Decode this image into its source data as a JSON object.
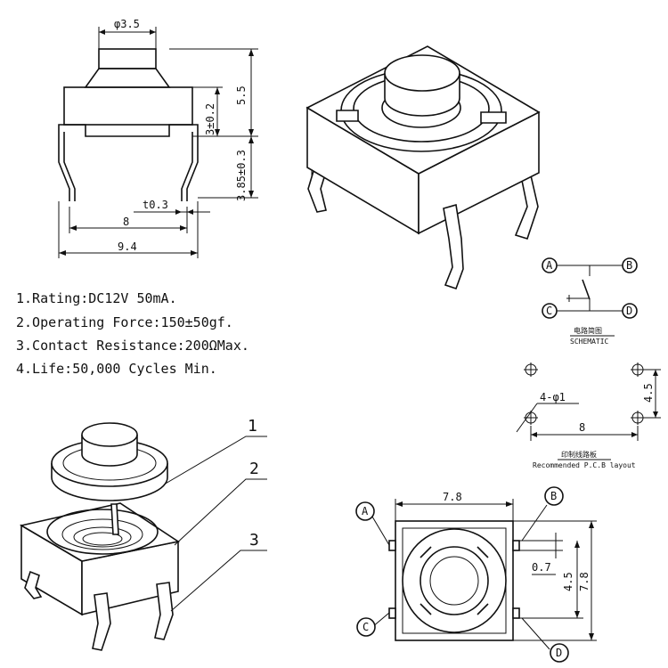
{
  "side_view": {
    "dim_button_dia": "φ3.5",
    "dim_total_height": "5.5",
    "dim_body_height": "3±0.2",
    "dim_leg_height": "3.85±0.3",
    "dim_lead_thickness": "t0.3",
    "dim_pin_pitch": "8",
    "dim_lead_span": "9.4"
  },
  "specs": [
    "1.Rating:DC12V 50mA.",
    "2.Operating Force:150±50gf.",
    "3.Contact Resistance:200ΩMax.",
    "4.Life:50,000 Cycles Min."
  ],
  "schematic": {
    "terminal_a": "A",
    "terminal_b": "B",
    "terminal_c": "C",
    "terminal_d": "D",
    "title_cn": "电路简图",
    "title_en": "SCHEMATIC"
  },
  "pcb_layout": {
    "hole_spec": "4-φ1",
    "dim_width": "8",
    "dim_height": "4.5",
    "title_cn": "印制线路板",
    "title_en": "Recommended P.C.B layout"
  },
  "exploded": {
    "part1": "1",
    "part2": "2",
    "part3": "3"
  },
  "top_view": {
    "dim_width": "7.8",
    "dim_height": "7.8",
    "dim_pin_offset": "0.7",
    "dim_pin_spacing": "4.5",
    "terminal_a": "A",
    "terminal_b": "B",
    "terminal_c": "C",
    "terminal_d": "D"
  }
}
